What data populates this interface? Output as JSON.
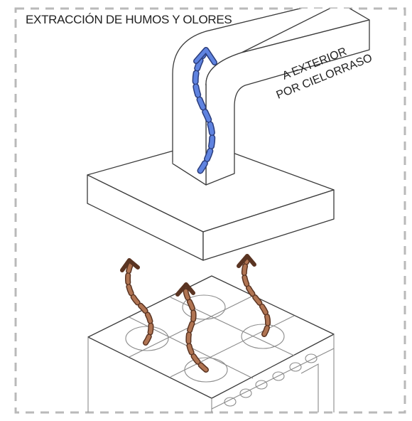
{
  "title": "EXTRACCIÓN DE HUMOS Y OLORES",
  "duct_label_line1": "A EXTERIOR",
  "duct_label_line2": "POR CIELORRASO",
  "colors": {
    "frame_dash": "#b9b9b9",
    "extraction_arrow": "#4a6fd0",
    "smoke_arrow": "#8a5a3c",
    "line": "#3a3a3a"
  },
  "icons": {
    "extraction_flow": "dashed-curved-arrow",
    "smoke_flow": "dashed-curved-arrow"
  }
}
